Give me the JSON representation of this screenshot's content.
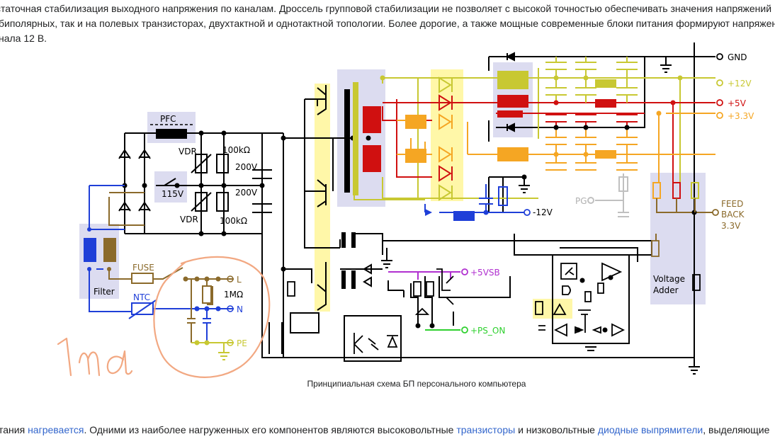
{
  "article": {
    "line1": "статочная стабилизация выходного напряжения по каналам. Дроссель групповой стабилизации не позволяет с высокой точностью обеспечивать значения напряжений",
    "line2": "биполярных, так и на полевых транзисторах, двухтактной и однотактной топологии. Более дорогие, а также мощные современные блоки питания формируют напряжен",
    "line3": "нала 12 В.",
    "bottom_start": "тания ",
    "bottom_link1": "нагревается",
    "bottom_mid1": ". Одними из наиболее нагруженных его компонентов являются высоковольтные ",
    "bottom_link2": "транзисторы",
    "bottom_mid2": " и низковольтные ",
    "bottom_link3": "диодные выпрямители",
    "bottom_end": ", выделяющие"
  },
  "figure": {
    "caption": "Принципиальная схема БП персонального компьютера",
    "labels": {
      "gnd": "GND",
      "p12": "+12V",
      "p5": "+5V",
      "p33": "+3.3V",
      "m12": "-12V",
      "pg": "PG",
      "fb1": "FEED",
      "fb2": "BACK",
      "fb3": "3.3V",
      "p5vsb": "+5VSB",
      "pson": "+PS_ON",
      "pfc": "PFC",
      "vdr1": "VDR",
      "vdr2": "VDR",
      "r100k1": "100kΩ",
      "r100k2": "100kΩ",
      "c200v1": "200V",
      "c200v2": "200V",
      "v115": "115V",
      "fuse": "FUSE",
      "ntc": "NTC",
      "r1m": "1MΩ",
      "L": "L",
      "N": "N",
      "PE": "PE",
      "filter": "Filter",
      "va1": "Voltage",
      "va2": "Adder"
    },
    "colors": {
      "rail_12v": "#c8c832",
      "rail_5v": "#d01010",
      "rail_33v": "#f5a623",
      "rail_m12v": "#1f3fd8",
      "standby": "#b030d0",
      "ps_on": "#2ed02e",
      "feedback": "#8b6a2b",
      "highlight_yellow": "#fff7a8",
      "block_lavender": "#dcdcf0",
      "annotation": "#f2a882"
    }
  }
}
